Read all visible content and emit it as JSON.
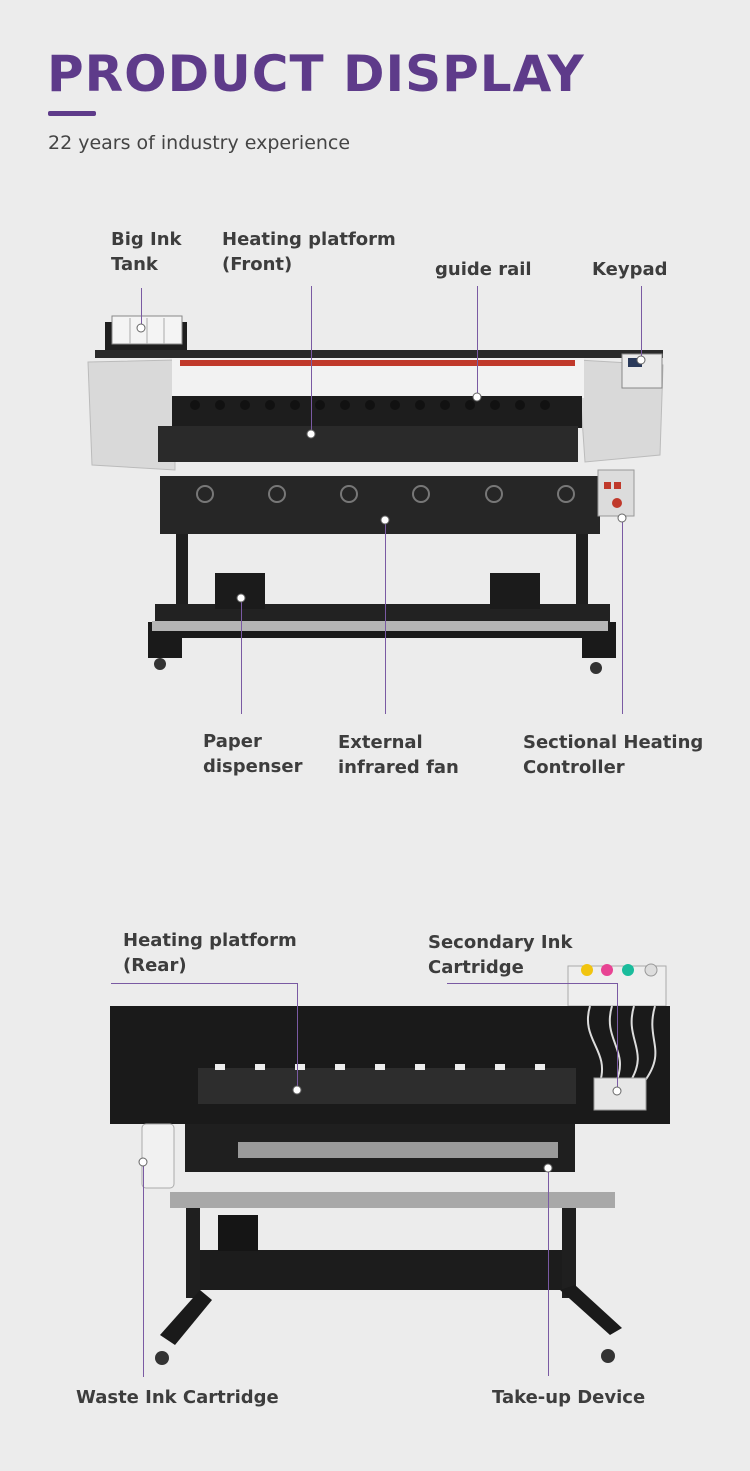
{
  "header": {
    "title": "PRODUCT DISPLAY",
    "subtitle": "22 years of industry experience"
  },
  "front_view": {
    "labels": {
      "big_ink_tank": "Big Ink\nTank",
      "heating_platform_front": "Heating platform\n(Front)",
      "guide_rail": "guide rail",
      "keypad": "Keypad",
      "paper_dispenser": "Paper\ndispenser",
      "external_infrared_fan": "External\ninfrared fan",
      "sectional_heating_controller": "Sectional Heating\nController"
    }
  },
  "rear_view": {
    "labels": {
      "heating_platform_rear": "Heating platform\n(Rear)",
      "secondary_ink_cartridge": "Secondary Ink\nCartridge",
      "waste_ink_cartridge": "Waste Ink Cartridge",
      "take_up_device": "Take-up Device"
    }
  },
  "colors": {
    "accent": "#5e3b8a",
    "background": "#ececec",
    "callout_line": "#7a5aa3"
  }
}
